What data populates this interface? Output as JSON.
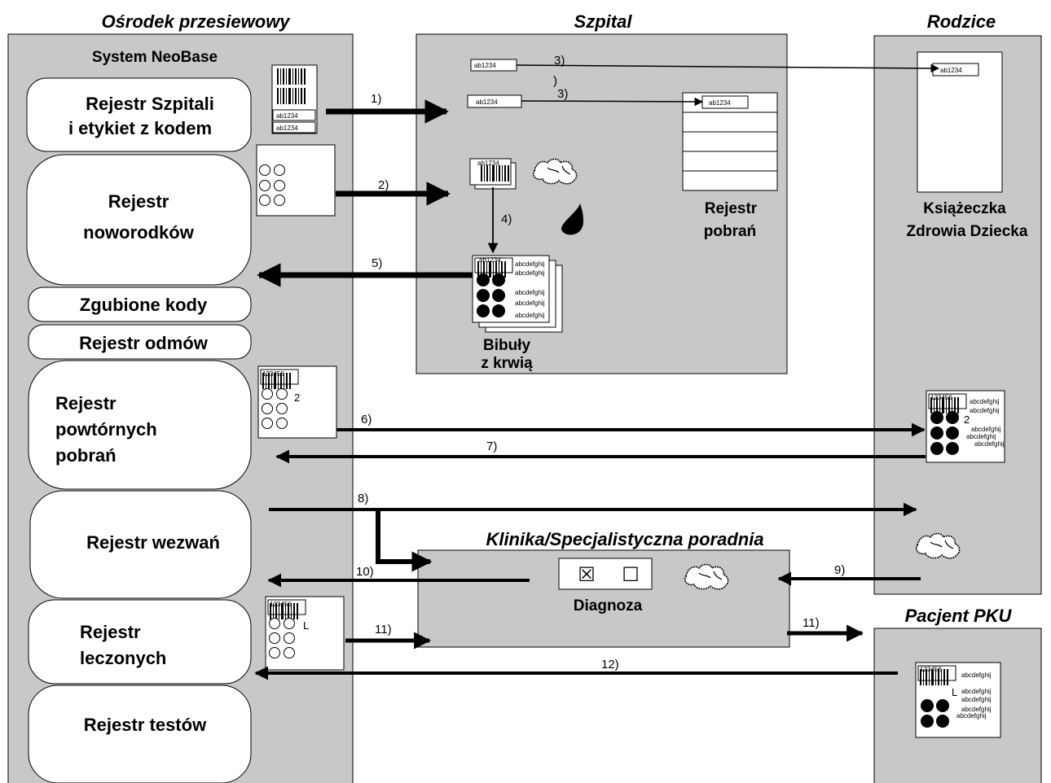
{
  "headers": {
    "screening": "Ośrodek przesiewowy",
    "hospital": "Szpital",
    "parents": "Rodzice",
    "clinic": "Klinika/Specjalistyczna poradnia",
    "patient": "Pacjent PKU"
  },
  "system_title": "System NeoBase",
  "registers": {
    "hospitals": [
      "Rejestr Szpitali",
      "i etykiet z kodem"
    ],
    "newborns": [
      "Rejestr",
      "noworodków"
    ],
    "lost_codes": "Zgubione kody",
    "refusals": "Rejestr odmów",
    "repeat": [
      "Rejestr",
      "powtórnych",
      "pobrań"
    ],
    "calls": "Rejestr wezwań",
    "treated": [
      "Rejestr",
      "leczonych"
    ],
    "tests": "Rejestr testów"
  },
  "hospital": {
    "collection_register": [
      "Rejestr",
      "pobrań"
    ],
    "blood_papers": [
      "Bibuły",
      "z krwią"
    ]
  },
  "parents": {
    "health_book": [
      "Książeczka",
      "Zdrowia Dziecka"
    ]
  },
  "clinic": {
    "diagnosis": "Diagnoza",
    "checked_box": "☒",
    "empty_box": "☐"
  },
  "codes": {
    "hospital_code": "ab1234",
    "repeat_code": "123456",
    "filler": "abcdefghij",
    "repeat_mark": "2",
    "treated_mark": "L",
    "paren_fragment": ")"
  },
  "steps": {
    "s1": "1)",
    "s2": "2)",
    "s3": "3)",
    "s4": "4)",
    "s5": "5)",
    "s6": "6)",
    "s7": "7)",
    "s8": "8)",
    "s9": "9)",
    "s10": "10)",
    "s11": "11)",
    "s12": "12)"
  }
}
